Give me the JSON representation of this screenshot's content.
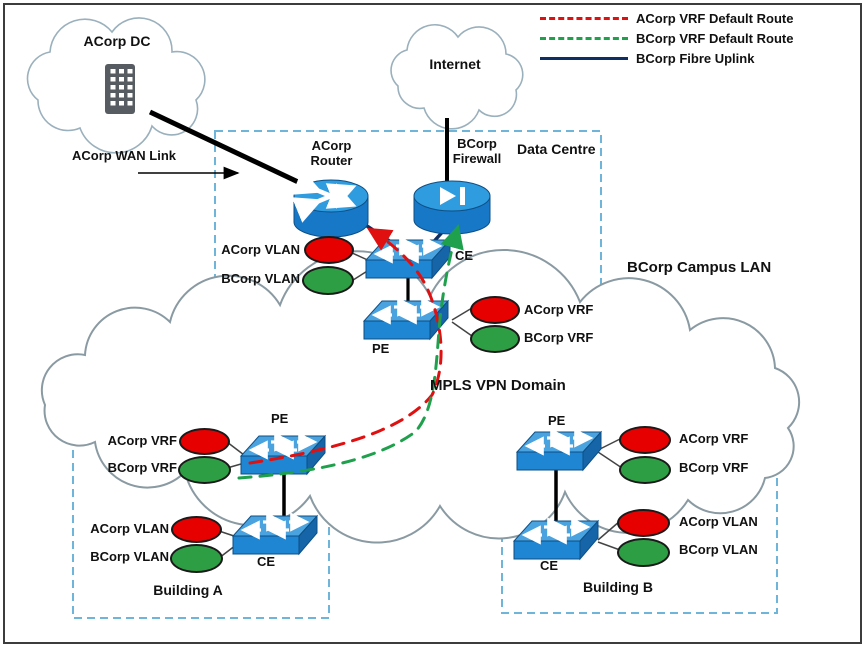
{
  "legend": {
    "items": [
      {
        "label": "ACorp VRF Default Route",
        "color": "#e01010",
        "style": "dashed"
      },
      {
        "label": "BCorp VRF Default Route",
        "color": "#1fa04c",
        "style": "dashed"
      },
      {
        "label": "BCorp Fibre Uplink",
        "color": "#0e2f63",
        "style": "solid"
      }
    ]
  },
  "clouds": {
    "acorp_dc": "ACorp DC",
    "internet": "Internet",
    "mpls": "MPLS VPN Domain"
  },
  "zones": {
    "data_centre": "Data Centre",
    "campus_lan": "BCorp Campus LAN",
    "building_a": "Building A",
    "building_b": "Building B"
  },
  "wan_link_label": "ACorp WAN Link",
  "devices": {
    "router": "ACorp\nRouter",
    "firewall": "BCorp\nFirewall"
  },
  "node_labels": {
    "dc_ce": "CE",
    "dc_pe": "PE",
    "ba_pe": "PE",
    "ba_ce": "CE",
    "bb_pe": "PE",
    "bb_ce": "CE"
  },
  "tags": {
    "dc_ce": [
      {
        "label": "ACorp VLAN",
        "color": "#e60000"
      },
      {
        "label": "BCorp VLAN",
        "color": "#2e9e44"
      }
    ],
    "dc_pe": [
      {
        "label": "ACorp VRF",
        "color": "#e60000"
      },
      {
        "label": "BCorp VRF",
        "color": "#2e9e44"
      }
    ],
    "ba_pe": [
      {
        "label": "ACorp VRF",
        "color": "#e60000"
      },
      {
        "label": "BCorp VRF",
        "color": "#2e9e44"
      }
    ],
    "ba_ce": [
      {
        "label": "ACorp VLAN",
        "color": "#e60000"
      },
      {
        "label": "BCorp VLAN",
        "color": "#2e9e44"
      }
    ],
    "bb_pe": [
      {
        "label": "ACorp VRF",
        "color": "#e60000"
      },
      {
        "label": "BCorp VRF",
        "color": "#2e9e44"
      }
    ],
    "bb_ce": [
      {
        "label": "ACorp VLAN",
        "color": "#e60000"
      },
      {
        "label": "BCorp VLAN",
        "color": "#2e9e44"
      }
    ]
  },
  "colors": {
    "switch_top": "#4aa3df",
    "switch_front": "#1e86d2",
    "dashed_zone_border": "#6fb4d9",
    "cloud_outline": "#8a9aa2",
    "wan_link": "#000000"
  }
}
